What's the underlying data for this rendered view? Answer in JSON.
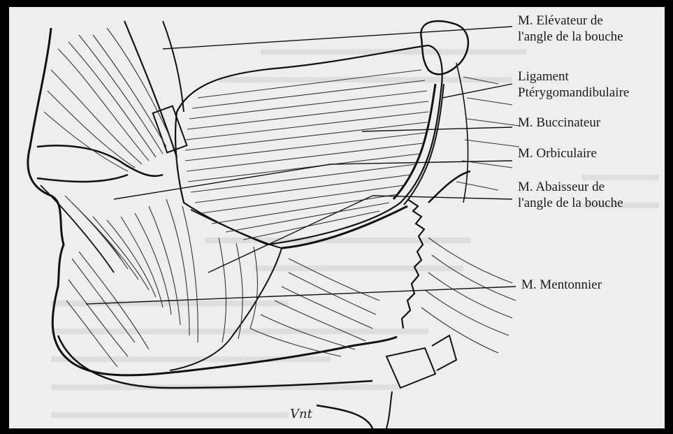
{
  "labels": {
    "elevateur": [
      "M. Elévateur de",
      "l'angle de la bouche"
    ],
    "ligament": [
      "Ligament",
      "Ptérygomandibulaire"
    ],
    "buccinateur": "M. Buccinateur",
    "orbiculaire": "M. Orbiculaire",
    "abaisseur": [
      "M. Abaisseur de",
      "l'angle de la bouche"
    ],
    "mentonnier": "M. Mentonnier"
  },
  "signature": "Vnt",
  "colors": {
    "background": "#eeeeee",
    "ink": "#1a1a1a",
    "frame": "#000000"
  }
}
